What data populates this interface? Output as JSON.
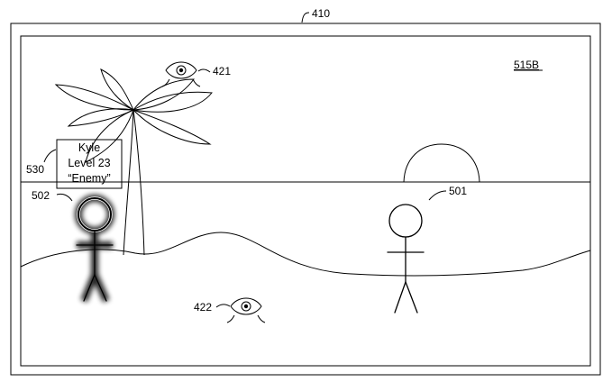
{
  "figure": {
    "ref_display": "410",
    "ref_screen": "515B",
    "ref_sensor_top": "421",
    "ref_sensor_bottom": "422",
    "ref_player": "501",
    "ref_enemy": "502",
    "ref_label_box": "530"
  },
  "enemy_tag": {
    "name": "Kyle",
    "level": "Level 23",
    "status": "“Enemy”"
  }
}
